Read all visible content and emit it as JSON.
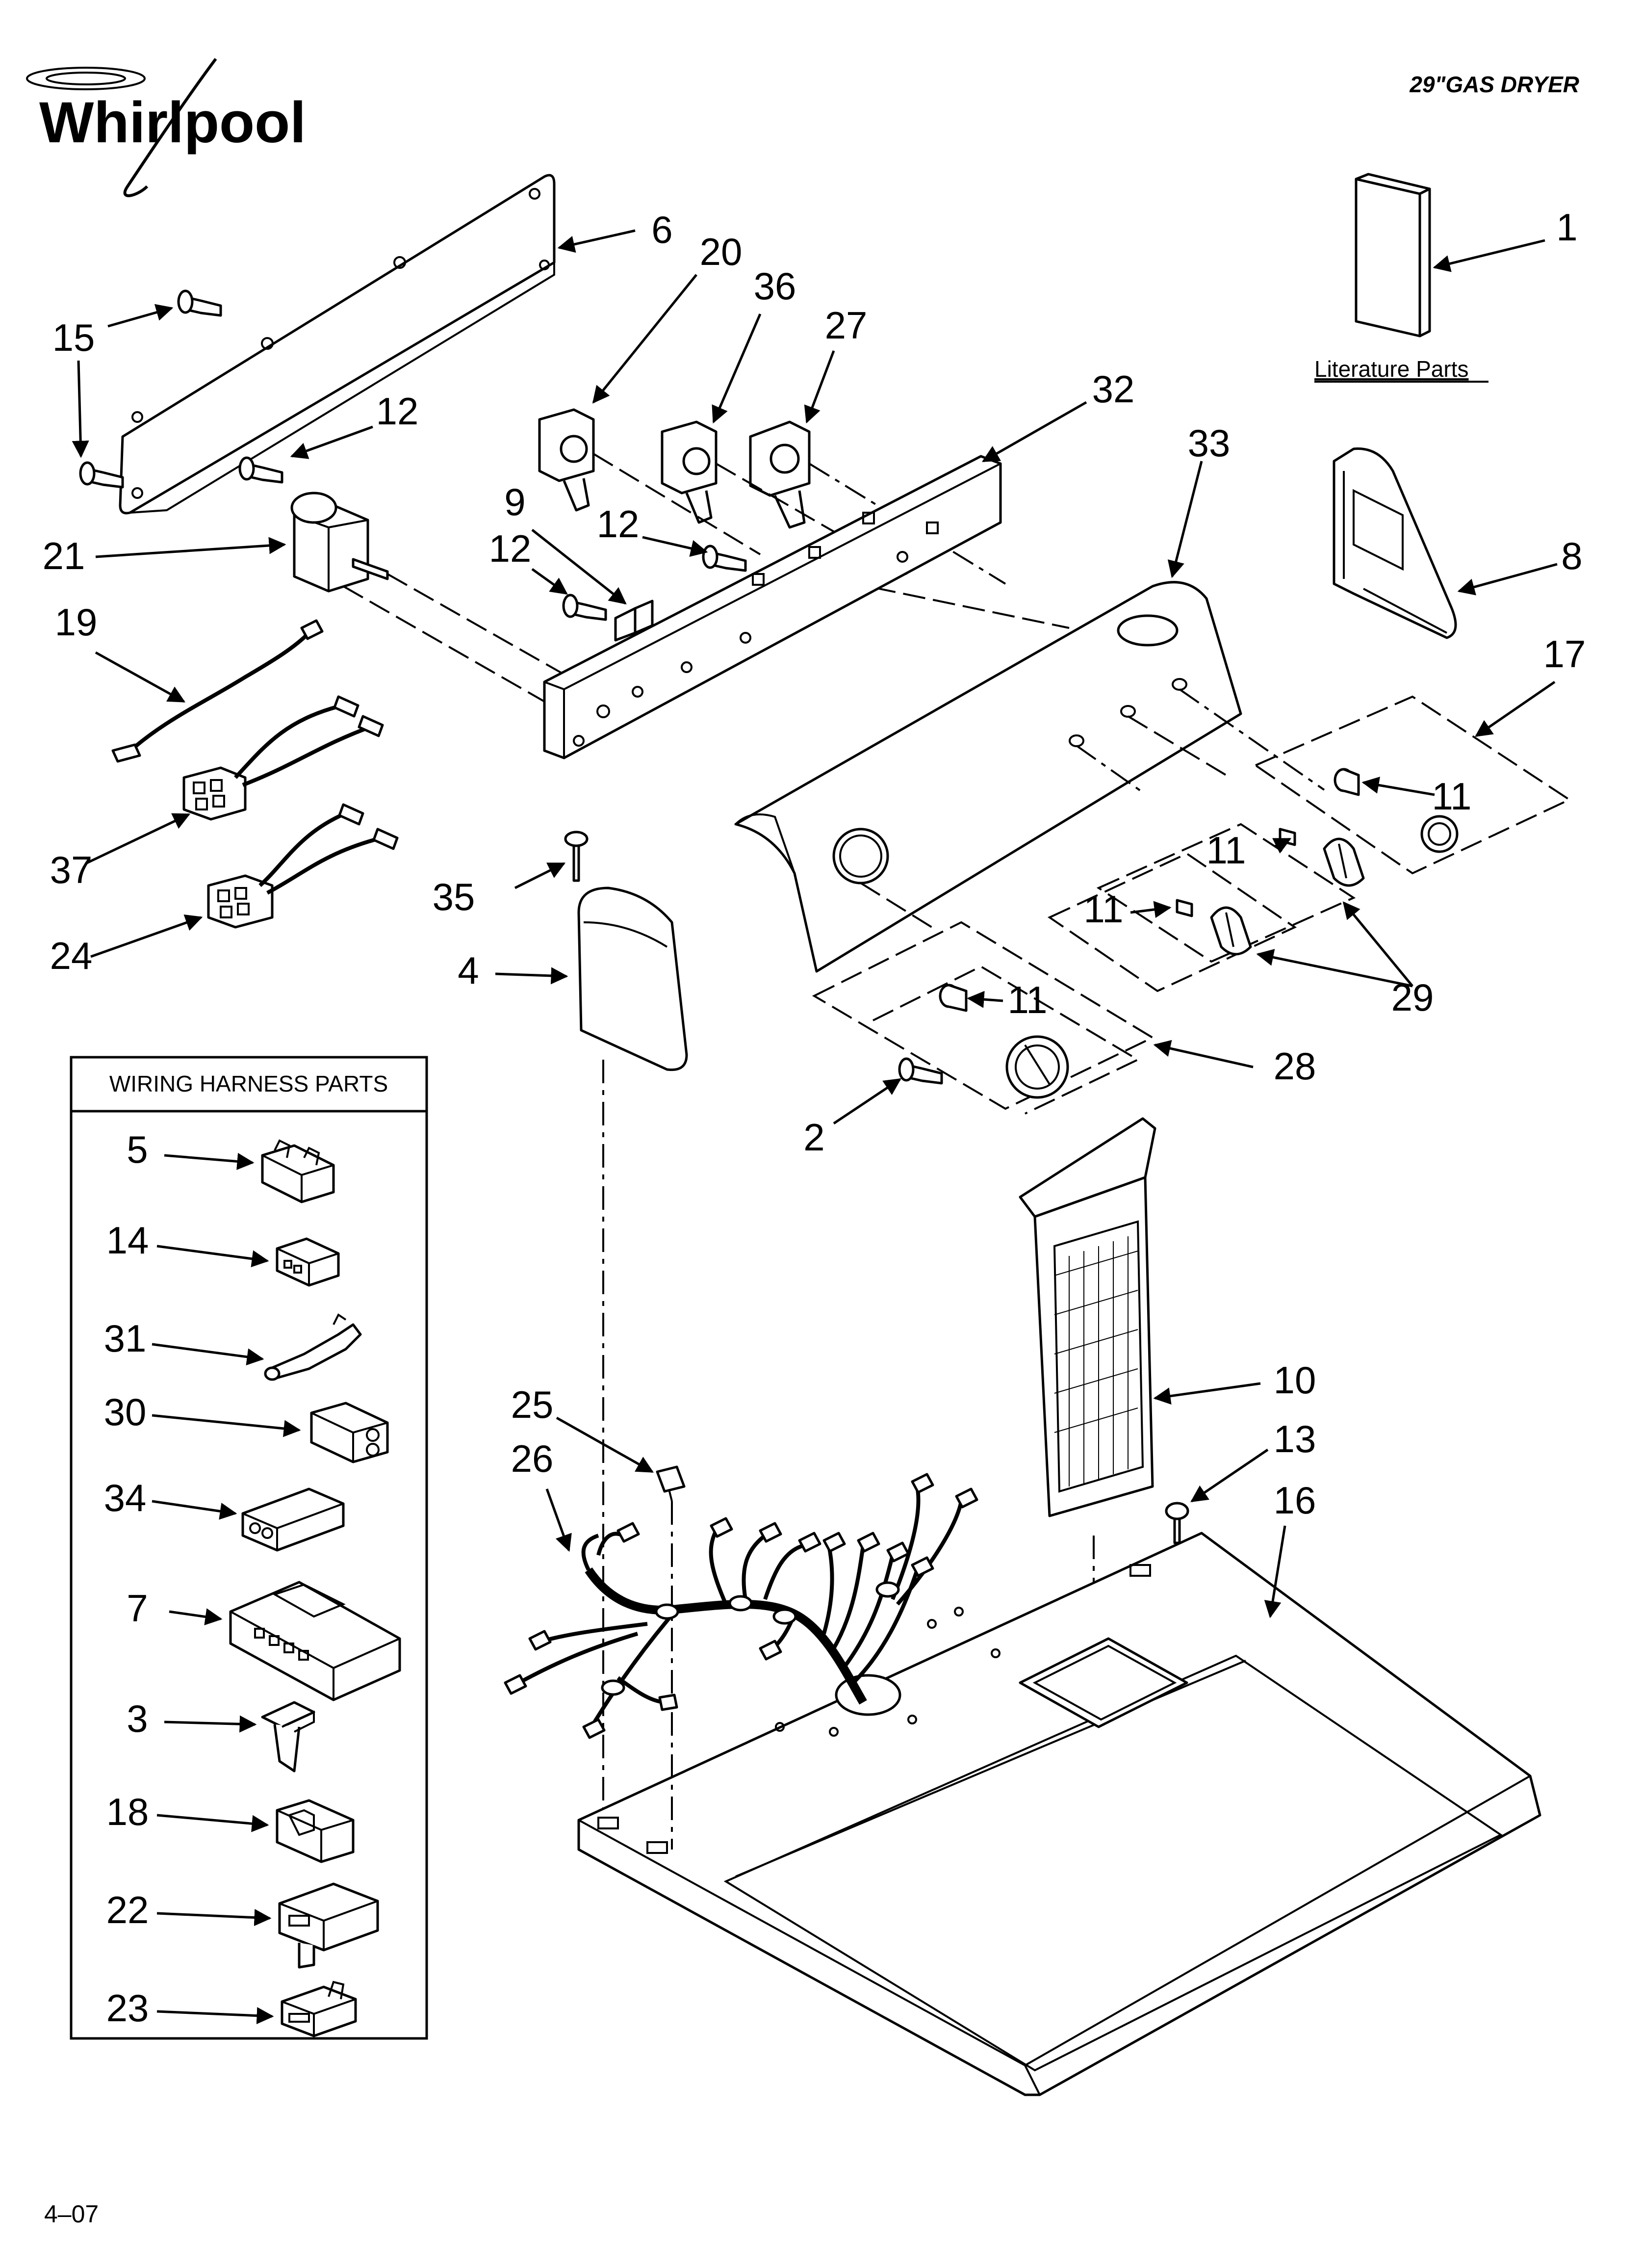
{
  "header": {
    "brand": "Whirlpool",
    "model": "29\"GAS DRYER"
  },
  "literature": {
    "label": "Literature Parts"
  },
  "wiring_box": {
    "title": "WIRING HARNESS PARTS"
  },
  "footer": {
    "date_code": "4–07"
  },
  "callouts": {
    "c1": "1",
    "c2": "2",
    "c3": "3",
    "c4": "4",
    "c5": "5",
    "c6": "6",
    "c7": "7",
    "c8": "8",
    "c9": "9",
    "c10": "10",
    "c11a": "11",
    "c11b": "11",
    "c11c": "11",
    "c11d": "11",
    "c12a": "12",
    "c12b": "12",
    "c12c": "12",
    "c13": "13",
    "c14": "14",
    "c15": "15",
    "c16": "16",
    "c17": "17",
    "c18": "18",
    "c19": "19",
    "c20": "20",
    "c21": "21",
    "c22": "22",
    "c23": "23",
    "c24": "24",
    "c25": "25",
    "c26": "26",
    "c27": "27",
    "c28": "28",
    "c29": "29",
    "c30": "30",
    "c31": "31",
    "c32": "32",
    "c33": "33",
    "c34": "34",
    "c35": "35",
    "c36": "36",
    "c37": "37"
  }
}
